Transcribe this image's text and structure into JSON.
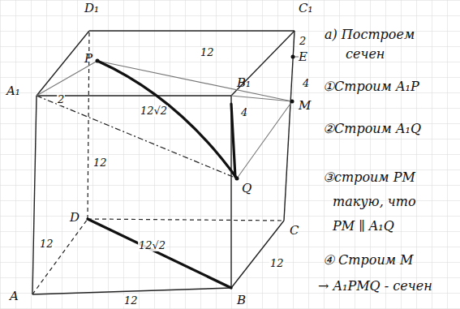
{
  "diagram": {
    "labels": [
      "D₁",
      "C₁",
      "A₁",
      "B₁",
      "P",
      "E",
      "M",
      "Q",
      "D",
      "C",
      "A",
      "B",
      "12",
      "2",
      "4",
      "2",
      "12√2",
      "4",
      "12",
      "12",
      "12√2",
      "12",
      "12",
      "а) Построем",
      "сечен",
      "①Строим A₁P",
      "②Строим A₁Q",
      "③строим PM",
      "такую, что",
      "PM ∥ A₁Q",
      "④ Строим M",
      "→ A₁PMQ - сечен"
    ]
  }
}
